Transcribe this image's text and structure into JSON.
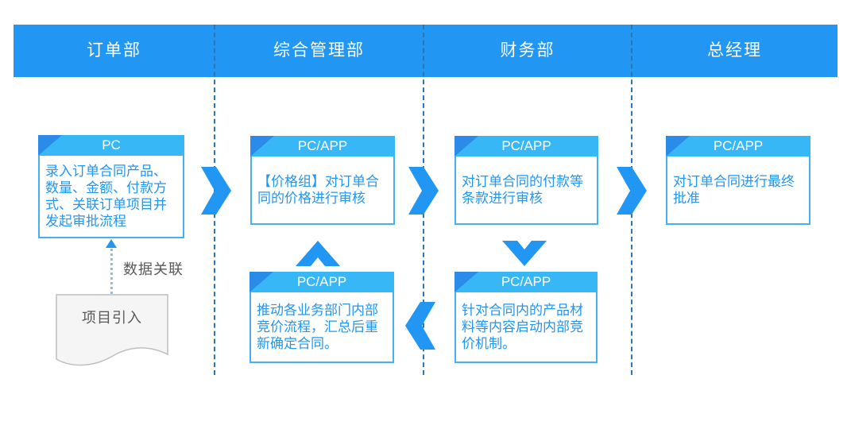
{
  "palette": {
    "band_blue": "#2196f3",
    "box_header_blue": "#38b7f7",
    "fold_blue": "#2b8be8",
    "box_border_blue": "#45b1f3",
    "body_text_blue": "#2196f3",
    "divider_blue": "#2e75b6",
    "arrow_blue": "#2196f3",
    "dotted_link_blue": "#7cc5f7",
    "gray_text": "#595959",
    "doc_fill": "#f5f5f5",
    "doc_border": "#bfbfbf"
  },
  "lanes": {
    "titles": [
      {
        "label": "订单部"
      },
      {
        "label": "综合管理部"
      },
      {
        "label": "财务部"
      },
      {
        "label": "总经理"
      }
    ]
  },
  "boxes": [
    {
      "device": "PC",
      "text": "录入订单合同产品、数量、金额、付款方式、关联订单项目并发起审批流程"
    },
    {
      "device": "PC/APP",
      "text": "【价格组】对订单合同的价格进行审核"
    },
    {
      "device": "PC/APP",
      "text": "对订单合同的付款等条款进行审核"
    },
    {
      "device": "PC/APP",
      "text": "对订单合同进行最终批准"
    },
    {
      "device": "PC/APP",
      "text": "推动各业务部门内部竞价流程，汇总后重新确定合同。"
    },
    {
      "device": "PC/APP",
      "text": "针对合同内的产品材料等内容启动内部竞价机制。"
    }
  ],
  "annotations": {
    "data_link": "数据关联",
    "document": "项目引入"
  },
  "icons": {
    "flow": [
      "chevron-right",
      "chevron-right",
      "chevron-right",
      "chevron-up",
      "chevron-down",
      "chevron-left",
      "arrow-up-small",
      "document-shape"
    ]
  }
}
